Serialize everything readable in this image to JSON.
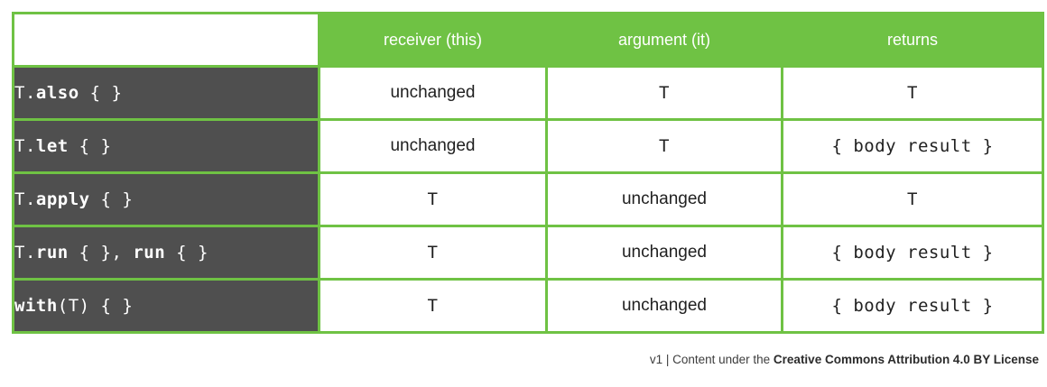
{
  "header": {
    "columns": [
      "receiver (this)",
      "argument (it)",
      "returns"
    ]
  },
  "table": {
    "rows": [
      {
        "function": "T.also { }",
        "label_segments": [
          {
            "text": "T.",
            "bold": false
          },
          {
            "text": "also",
            "bold": true
          },
          {
            "text": " { }",
            "bold": false
          }
        ],
        "cells": [
          {
            "text": "unchanged",
            "code": false
          },
          {
            "text": "T",
            "code": true
          },
          {
            "text": "T",
            "code": true
          }
        ]
      },
      {
        "function": "T.let { }",
        "label_segments": [
          {
            "text": "T.",
            "bold": false
          },
          {
            "text": "let",
            "bold": true
          },
          {
            "text": " { }",
            "bold": false
          }
        ],
        "cells": [
          {
            "text": "unchanged",
            "code": false
          },
          {
            "text": "T",
            "code": true
          },
          {
            "text": "{ body result }",
            "code": true
          }
        ]
      },
      {
        "function": "T.apply { }",
        "label_segments": [
          {
            "text": "T.",
            "bold": false
          },
          {
            "text": "apply",
            "bold": true
          },
          {
            "text": " { }",
            "bold": false
          }
        ],
        "cells": [
          {
            "text": "T",
            "code": true
          },
          {
            "text": "unchanged",
            "code": false
          },
          {
            "text": "T",
            "code": true
          }
        ]
      },
      {
        "function": "T.run { }, run { }",
        "label_segments": [
          {
            "text": "T.",
            "bold": false
          },
          {
            "text": "run",
            "bold": true
          },
          {
            "text": " { }, ",
            "bold": false
          },
          {
            "text": "run",
            "bold": true
          },
          {
            "text": " { }",
            "bold": false
          }
        ],
        "cells": [
          {
            "text": "T",
            "code": true
          },
          {
            "text": "unchanged",
            "code": false
          },
          {
            "text": "{ body result }",
            "code": true
          }
        ]
      },
      {
        "function": "with(T) { }",
        "label_segments": [
          {
            "text": "with",
            "bold": true
          },
          {
            "text": "(T) { }",
            "bold": false
          }
        ],
        "cells": [
          {
            "text": "T",
            "code": true
          },
          {
            "text": "unchanged",
            "code": false
          },
          {
            "text": "{ body result }",
            "code": true
          }
        ]
      }
    ]
  },
  "footer": {
    "prefix": "v1 | Content under the ",
    "license": "Creative Commons Attribution 4.0 BY License"
  },
  "colors": {
    "green": "#6FC244",
    "dark_gray": "#4F4F4F"
  }
}
